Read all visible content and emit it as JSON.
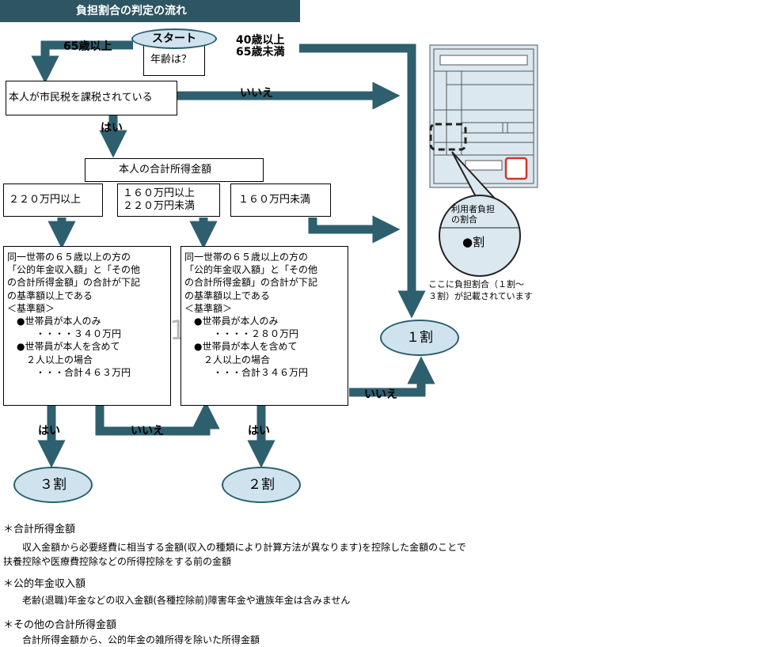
{
  "title": "負担割合の判定の流れ",
  "start": {
    "label": "スタート",
    "question": "年齢は？"
  },
  "age_branches": {
    "over65": "65歳以上",
    "range_line1": "40歳以上",
    "range_line2": "65歳未満"
  },
  "taxed_box": "本人が市民税を課税されている",
  "answers": {
    "yes": "はい",
    "no": "いいえ"
  },
  "income_box": "本人の合計所得金額",
  "income_ranges": {
    "over220": "２２０万円以上",
    "mid": "１６０万円以上\n２２０万円未満",
    "under160": "１６０万円未満"
  },
  "criteria_left": "同一世帯の６５歳以上の方の\n「公的年金収入額」と「その他\nの合計所得金額」の合計が下記\nの基準額以上である\n＜基準額＞\n　●世帯員が本人のみ\n　　　・・・・３４０万円\n　●世帯員が本人を含めて\n　　２人以上の場合\n　　　・・・合計４６３万円",
  "criteria_right": "同一世帯の６５歳以上の方の\n「公的年金収入額」と「その他\nの合計所得金額」の合計が下記\nの基準額以上である\n＜基準額＞\n　●世帯員が本人のみ\n　　　・・・・２８０万円\n　●世帯員が本人を含めて\n　　２人以上の場合\n　　　・・・合計３４６万円",
  "results": {
    "one": "１割",
    "two": "２割",
    "three": "３割"
  },
  "stray_glyph": "1",
  "card": {
    "magnifier_label": "利用者負担\nの割合",
    "magnifier_value": "●割",
    "caption": "ここに負担割合（１割～\n３割）が記載されています"
  },
  "notes": [
    {
      "head": "＊合計所得金額",
      "body": "　　収入金額から必要経費に相当する金額(収入の種類により計算方法が異なります)を控除した金額のことで\n扶養控除や医療費控除などの所得控除をする前の金額"
    },
    {
      "head": "＊公的年金収入額",
      "body": "　　老齢(退職)年金などの収入金額(各種控除前)障害年金や遺族年金は含みません"
    },
    {
      "head": "＊その他の合計所得金額",
      "body": "　　合計所得金額から、公的年金の雑所得を除いた所得金額"
    }
  ],
  "colors": {
    "arrow": "#2e5f6e",
    "title_bg": "#2e5562",
    "ellipse_fill": "#cfe3ee",
    "card_bg": "#dbe8f0",
    "stamp_red": "#d0342c"
  }
}
